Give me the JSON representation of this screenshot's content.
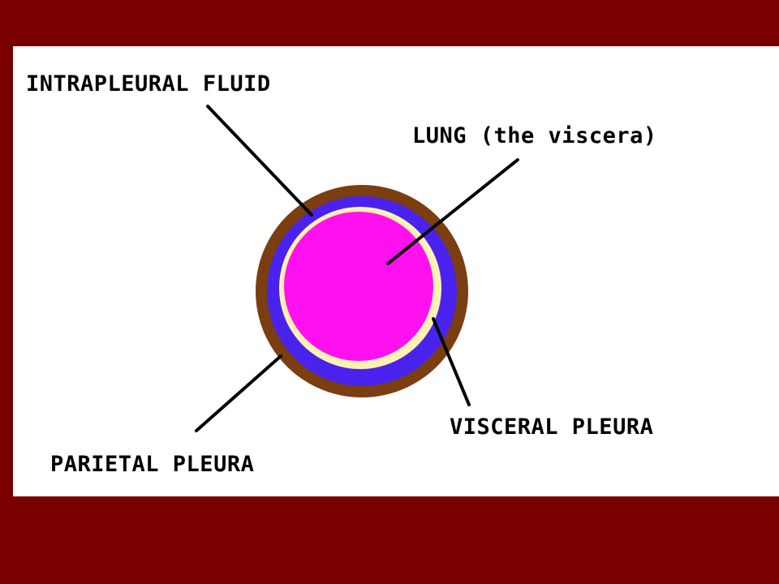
{
  "labels": {
    "intrapleural_fluid": "INTRAPLEURAL FLUID",
    "lung": "LUNG (the viscera)",
    "visceral_pleura": "VISCERAL PLEURA",
    "parietal_pleura": "PARIETAL PLEURA"
  },
  "colors": {
    "slide_background": "#7a0000",
    "panel_background": "#ffffff",
    "parietal_pleura": "#7a3e10",
    "intrapleural_fluid": "#4a22ee",
    "visceral_pleura": "#fff2b0",
    "lung": "#ff10ee",
    "leader_line": "#000000"
  }
}
